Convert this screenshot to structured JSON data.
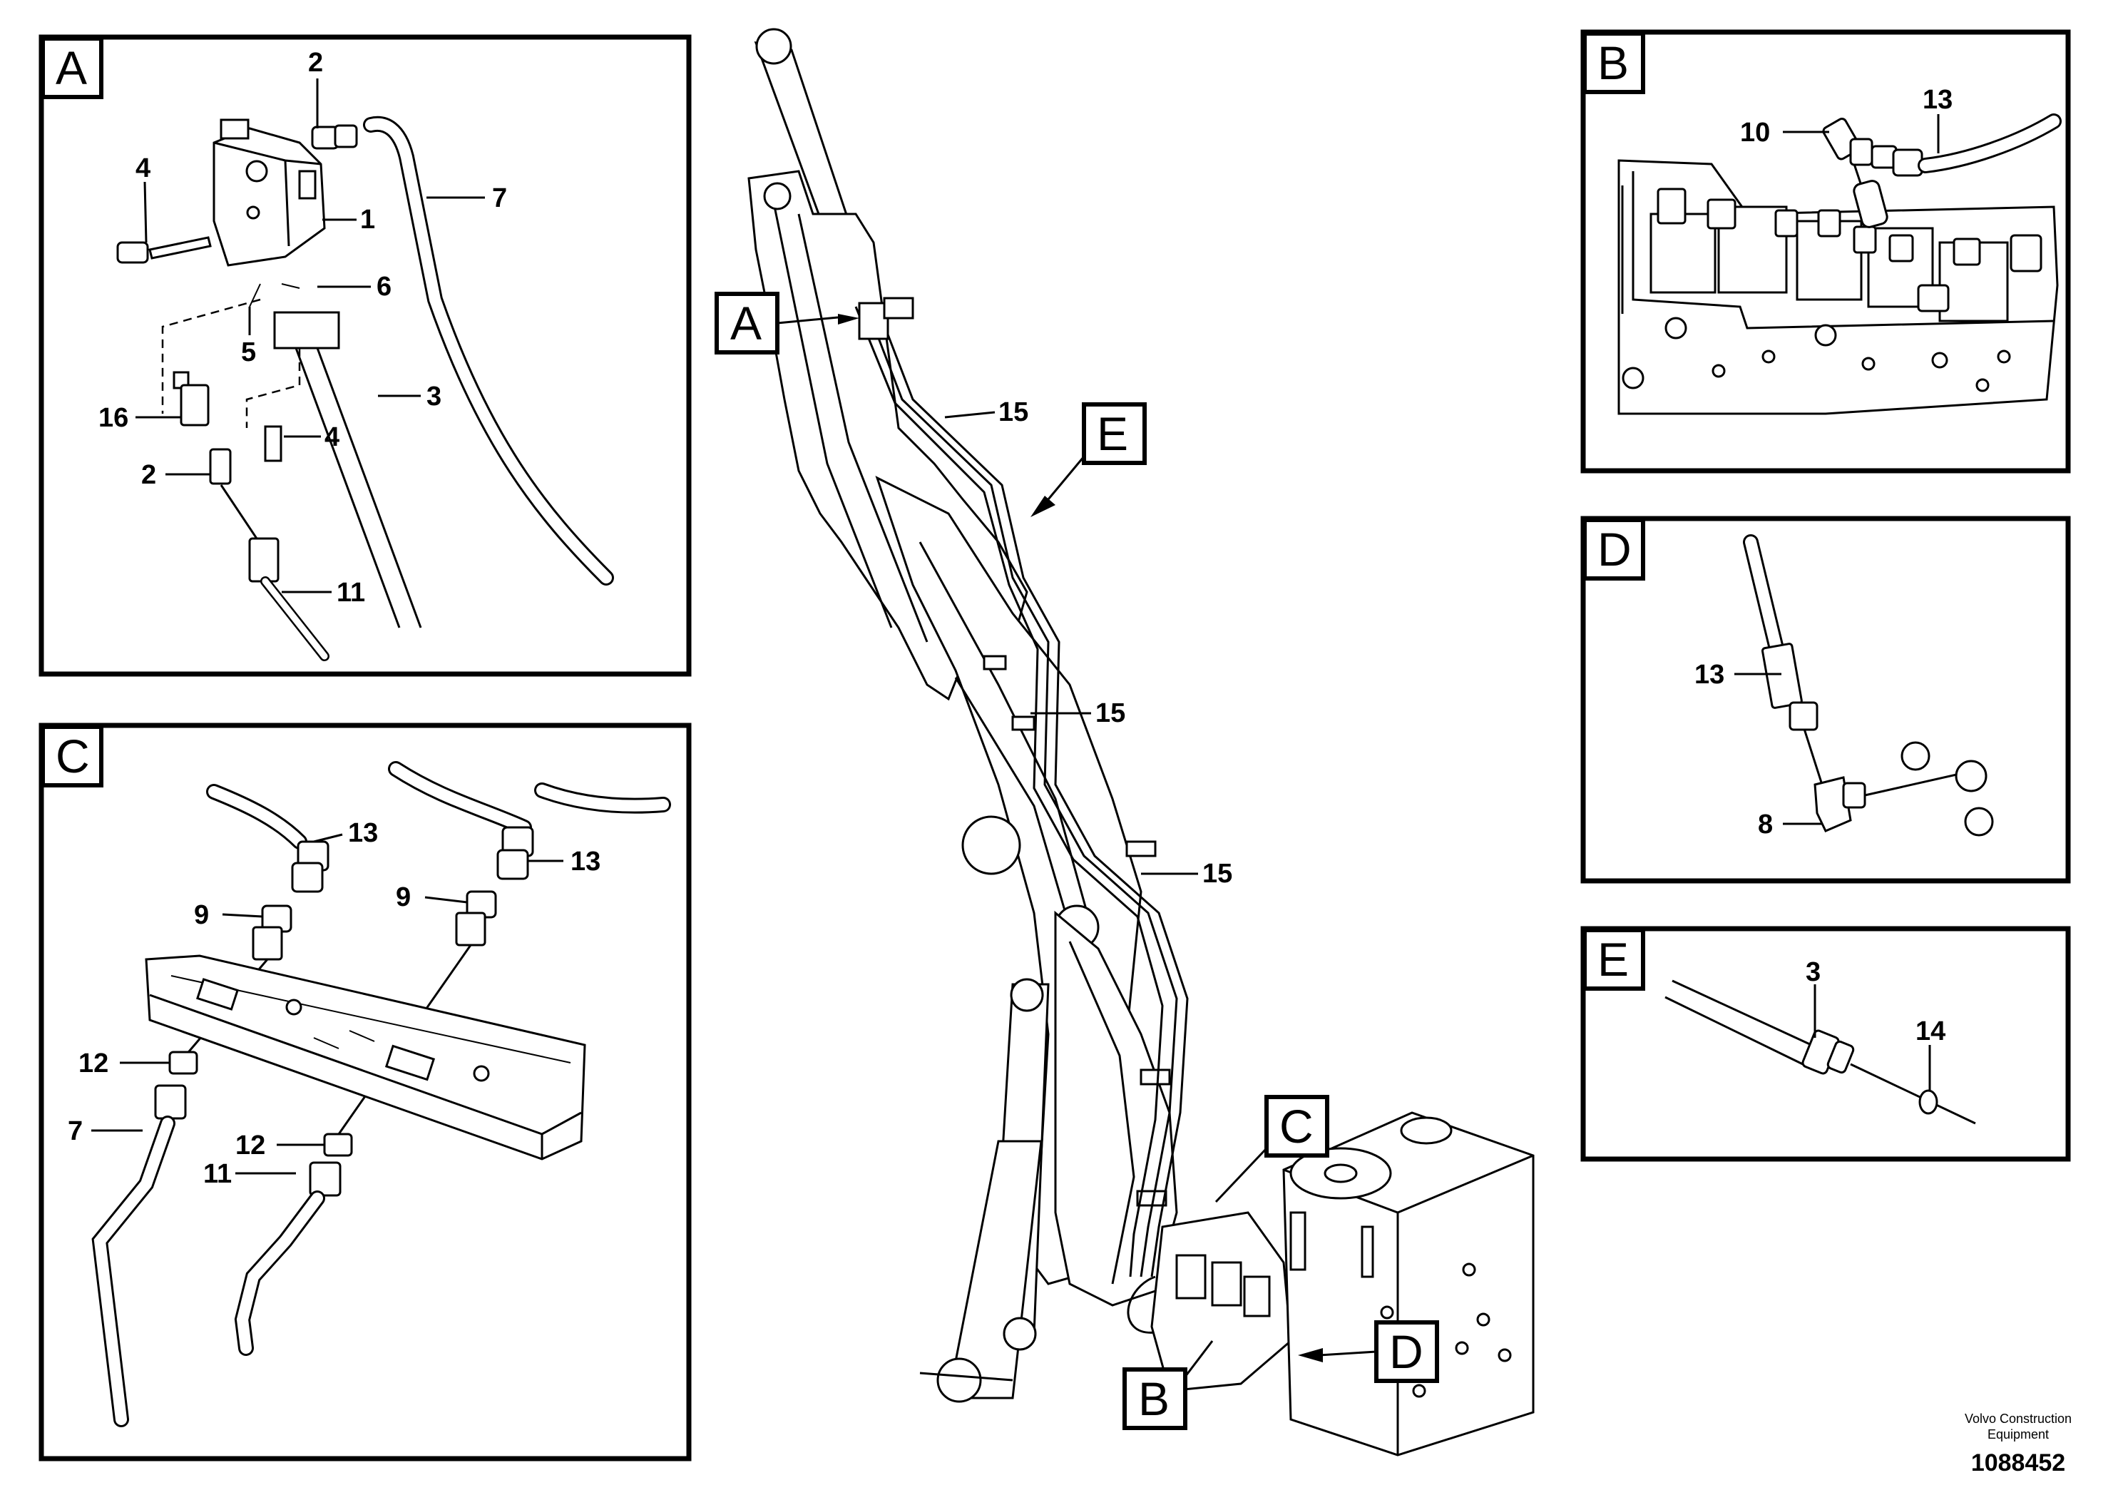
{
  "panels": {
    "A": {
      "tag": "A",
      "labels": [
        "2",
        "4",
        "1",
        "7",
        "6",
        "5",
        "3",
        "16",
        "4",
        "2",
        "11"
      ]
    },
    "B": {
      "tag": "B",
      "labels": [
        "10",
        "13"
      ]
    },
    "C": {
      "tag": "C",
      "labels": [
        "13",
        "13",
        "9",
        "9",
        "12",
        "12",
        "7",
        "11"
      ]
    },
    "D": {
      "tag": "D",
      "labels": [
        "13",
        "8"
      ]
    },
    "E": {
      "tag": "E",
      "labels": [
        "3",
        "14"
      ]
    }
  },
  "main_callouts": {
    "A": "A",
    "B": "B",
    "C": "C",
    "D": "D",
    "E": "E"
  },
  "main_labels": [
    "15",
    "15",
    "15"
  ],
  "footer": {
    "company_line1": "Volvo Construction",
    "company_line2": "Equipment",
    "drawing_number": "1088452"
  }
}
